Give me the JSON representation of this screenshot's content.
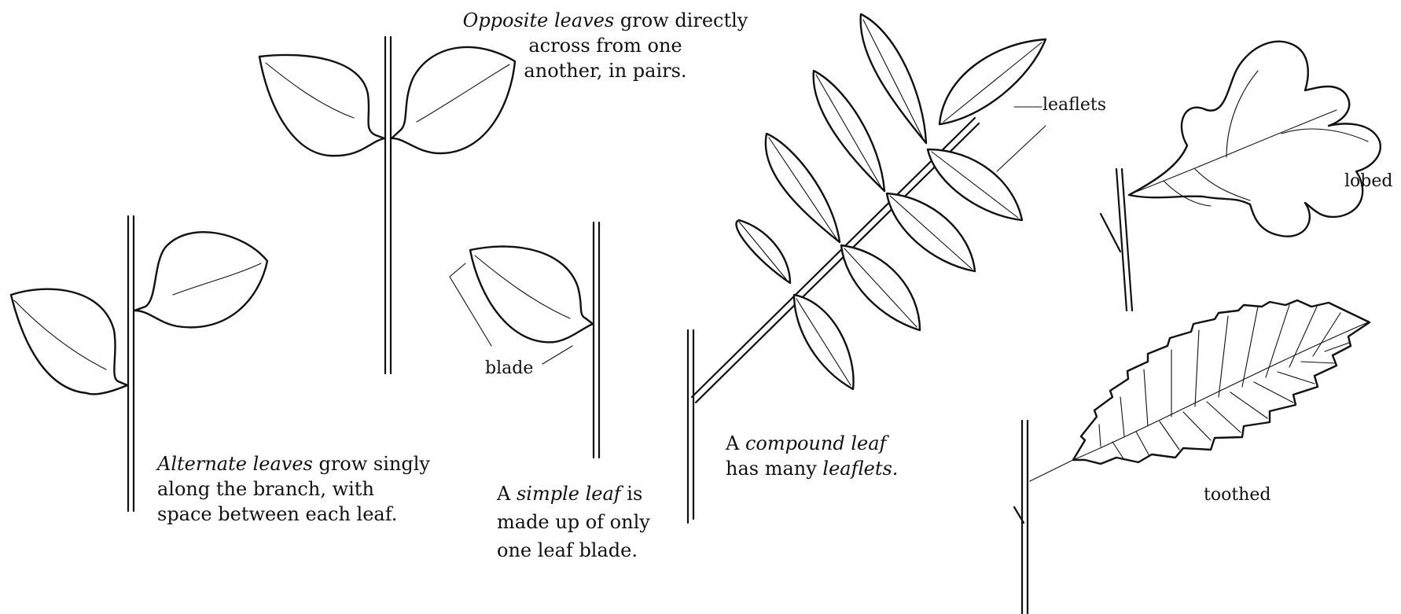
{
  "diagram": {
    "opposite": {
      "emphasis": "Opposite leaves",
      "line1_rest": " grow directly",
      "line2": "across from one",
      "line3": "another, in pairs."
    },
    "alternate": {
      "emphasis": "Alternate leaves",
      "line1_rest": " grow singly",
      "line2": "along the branch, with",
      "line3": "space between each leaf."
    },
    "simple": {
      "prefix": "A ",
      "emphasis": "simple leaf",
      "line1_rest": " is",
      "line2": "made up of only",
      "line3": "one leaf blade.",
      "callout": "blade"
    },
    "compound": {
      "prefix": "A ",
      "emphasis": "compound leaf",
      "line2_prefix": "has many ",
      "line2_emphasis": "leaflets.",
      "callout": "leaflets"
    },
    "lobed": {
      "label": "lobed"
    },
    "toothed": {
      "label": "toothed"
    }
  }
}
